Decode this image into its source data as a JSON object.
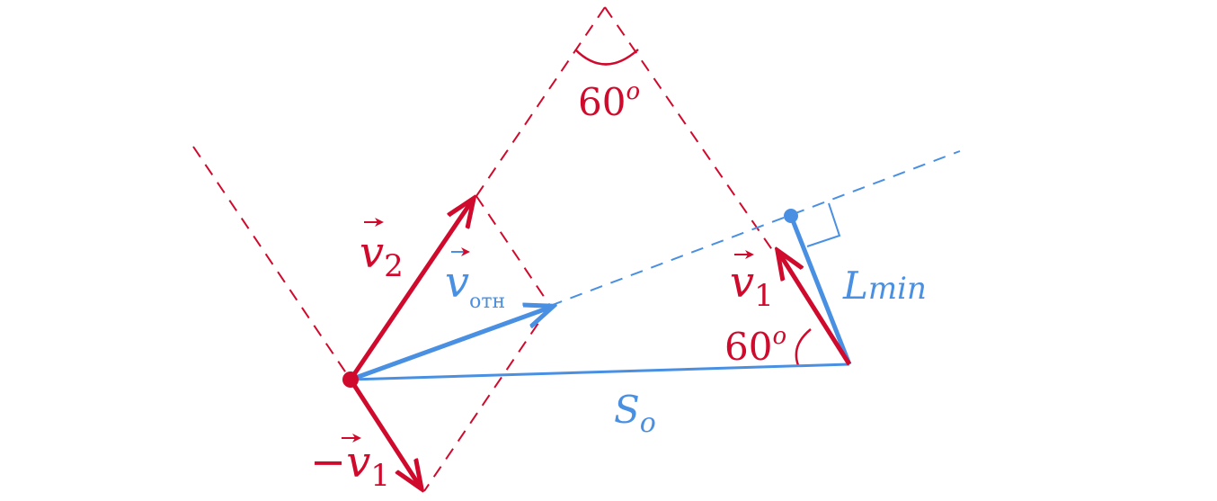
{
  "colors": {
    "red": "#cf0a2c",
    "blue": "#4a90e2",
    "background": "#ffffff"
  },
  "labels": {
    "v2": {
      "letter": "v",
      "subscript": "2"
    },
    "v_oth": {
      "letter": "v",
      "subscript": "отн"
    },
    "v1": {
      "letter": "v",
      "subscript": "1"
    },
    "minus_v1": {
      "sign": "−",
      "letter": "v",
      "subscript": "1"
    },
    "angle_top": {
      "value": "60",
      "degree": "o"
    },
    "angle_right": {
      "value": "60",
      "degree": "o"
    },
    "l_min": {
      "letter": "L",
      "subscript": "min"
    },
    "s_o": {
      "letter": "S",
      "subscript": "o"
    }
  }
}
